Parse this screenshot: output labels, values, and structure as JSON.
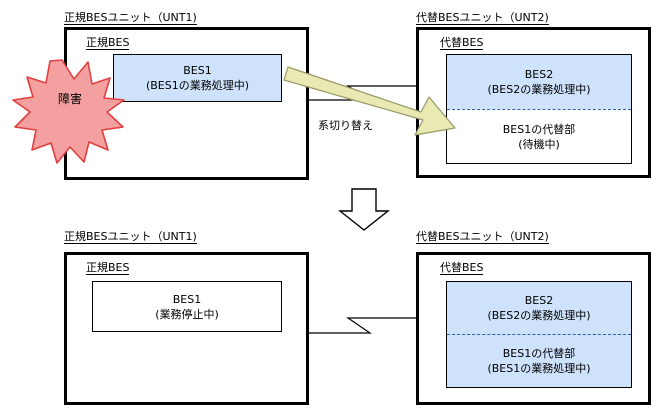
{
  "diagram": {
    "title": "BES switchover diagram",
    "colors": {
      "process_blue": "#cfe2fb",
      "fault_fill": "#f4a0a0",
      "fault_stroke": "#e04040",
      "arrow_fill": "#e9e9b4",
      "arrow_stroke": "#9a9a6a",
      "divider_blue": "#2d5fa8",
      "line_black": "#000000"
    }
  },
  "top": {
    "left_unit": {
      "caption": "正規BESユニット（UNT1)",
      "bes_label": "正規BES",
      "process": {
        "line1": "BES1",
        "line2": "(BES1の業務処理中)"
      }
    },
    "right_unit": {
      "caption": "代替BESユニット（UNT2)",
      "bes_label": "代替BES",
      "process_upper": {
        "line1": "BES2",
        "line2": "(BES2の業務処理中)"
      },
      "process_lower": {
        "line1": "BES1の代替部",
        "line2": "(待機中)"
      }
    },
    "fault_label": "障害",
    "switch_label": "系切り替え"
  },
  "bottom": {
    "left_unit": {
      "caption": "正規BESユニット（UNT1)",
      "bes_label": "正規BES",
      "process": {
        "line1": "BES1",
        "line2": "(業務停止中)"
      }
    },
    "right_unit": {
      "caption": "代替BESユニット（UNT2)",
      "bes_label": "代替BES",
      "process_upper": {
        "line1": "BES2",
        "line2": "(BES2の業務処理中)"
      },
      "process_lower": {
        "line1": "BES1の代替部",
        "line2": "(BES1の業務処理中)"
      }
    }
  },
  "icons": {
    "fault_star": "starburst-icon",
    "switch_arrow": "diagonal-arrow-icon",
    "flow_arrow": "down-arrow-icon",
    "link_top": "break-line-icon",
    "link_bottom": "break-line-icon"
  }
}
